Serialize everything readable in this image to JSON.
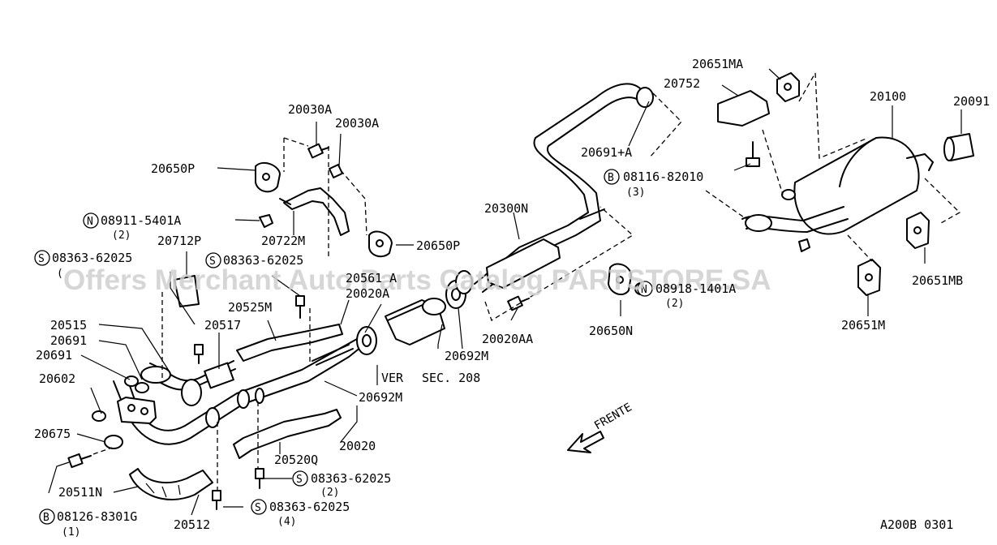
{
  "watermark": "Offers Merchant Auto Parts Catalog PARTSTORE.SA",
  "diagram_code": "A200B 0301",
  "direction_label": "FRENTE",
  "reference": {
    "prefix": "VER",
    "text": "SEC. 208"
  },
  "labels": {
    "p20030A_1": "20030A",
    "p20030A_2": "20030A",
    "p20650P_1": "20650P",
    "p20650P_2": "20650P",
    "n08911": "08911-5401A",
    "n08911_qty": "(2)",
    "p20722M": "20722M",
    "p20712P": "20712P",
    "s08363_a": "08363-62025",
    "s08363_a_qty": "(",
    "s08363_b": "08363-62025",
    "p20561A": "20561 A",
    "p20020A": "20020A",
    "p20525M": "20525M",
    "p20515": "20515",
    "p20517": "20517",
    "p20691_1": "20691",
    "p20691_2": "20691",
    "p20602": "20602",
    "p20675": "20675",
    "p20511N": "20511N",
    "b08126": "08126-8301G",
    "b08126_qty": "(1)",
    "p20512": "20512",
    "s08363_c": "08363-62025",
    "s08363_c_qty": "(4)",
    "s08363_d": "08363-62025",
    "s08363_d_qty": "(2)",
    "p20520Q": "20520Q",
    "p20020": "20020",
    "p20692M_1": "20692M",
    "p20692M_2": "20692M",
    "p20020AA": "20020AA",
    "p20300N": "20300N",
    "p20691A": "20691+A",
    "p20650N": "20650N",
    "n08918": "08918-1401A",
    "n08918_qty": "(2)",
    "b08116": "08116-82010",
    "b08116_qty": "(3)",
    "p20651MA": "20651MA",
    "p20752": "20752",
    "p20100": "20100",
    "p20091": "20091",
    "p20651MB": "20651MB",
    "p20651M": "20651M"
  },
  "circles": {
    "N": "N",
    "S": "S",
    "B": "B"
  }
}
